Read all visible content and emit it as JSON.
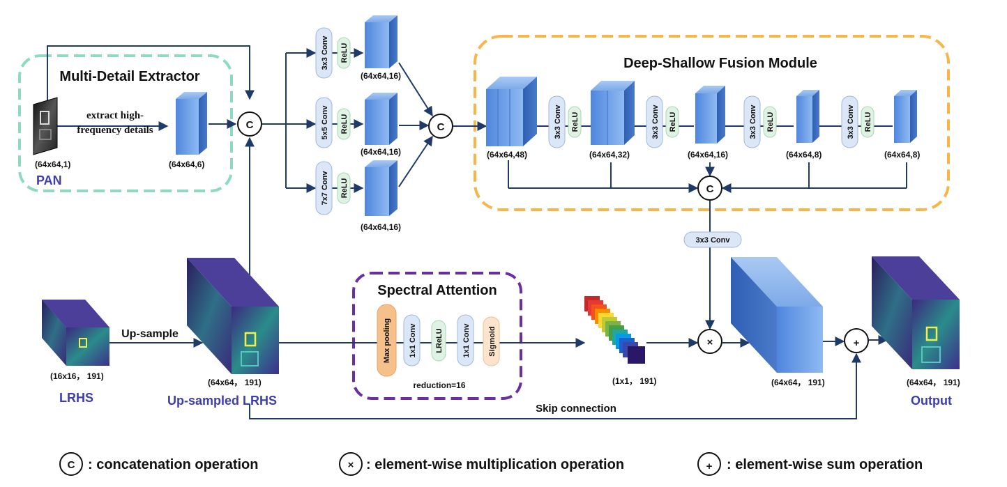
{
  "modules": {
    "mde": {
      "title": "Multi-Detail Extractor",
      "border_color": "#8fd9bf"
    },
    "dsf": {
      "title": "Deep-Shallow Fusion Module",
      "border_color": "#f7b54a"
    },
    "sa": {
      "title": "Spectral Attention",
      "border_color": "#6a2fa0"
    }
  },
  "mde": {
    "pan_label": "PAN",
    "pan_dims": "(64x64,1)",
    "extract_text_line1": "extract high-",
    "extract_text_line2": "frequency details",
    "feature_dims": "(64x64,6)"
  },
  "branches": [
    {
      "conv": "3x3 Conv",
      "act": "ReLU",
      "dims": "(64x64,16)"
    },
    {
      "conv": "5x5 Conv",
      "act": "ReLU",
      "dims": "(64x64,16)"
    },
    {
      "conv": "7x7 Conv",
      "act": "ReLU",
      "dims": "(64x64,16)"
    }
  ],
  "dsf": {
    "blocks": [
      "(64x64,48)",
      "(64x64,32)",
      "(64x64,16)",
      "(64x64,8)",
      "(64x64,8)"
    ],
    "conv": "3x3 Conv",
    "act": "ReLU",
    "post_conv": "3x3 Conv"
  },
  "lrhs": {
    "dims": "(16x16， 191)",
    "label": "LRHS",
    "upsample_text": "Up-sample",
    "up_dims": "(64x64， 191)",
    "up_label": "Up-sampled LRHS"
  },
  "sa": {
    "ops": [
      "Max pooling",
      "1x1 Conv",
      "LReLU",
      "1x1 Conv",
      "Sigmoid"
    ],
    "reduction": "reduction=16",
    "weights_dims": "(1x1， 191)"
  },
  "output": {
    "product_dims": "(64x64， 191)",
    "dims": "(64x64， 191)",
    "label": "Output",
    "skip_text": "Skip connection"
  },
  "ops_symbols": {
    "concat": "C",
    "mult": "×",
    "sum": "+"
  },
  "legend": {
    "concat": ": concatenation operation",
    "mult": ": element-wise multiplication operation",
    "sum": ": element-wise sum operation"
  },
  "colors": {
    "wire": "#1f3a68",
    "feature_block": "#6b9fe8",
    "pill_conv": "#dbe7f7",
    "pill_relu": "#dff2e4",
    "pill_maxpool": "#f6c08a",
    "pill_sigmoid": "#fbe3cc",
    "label_blue": "#3d3db0"
  }
}
